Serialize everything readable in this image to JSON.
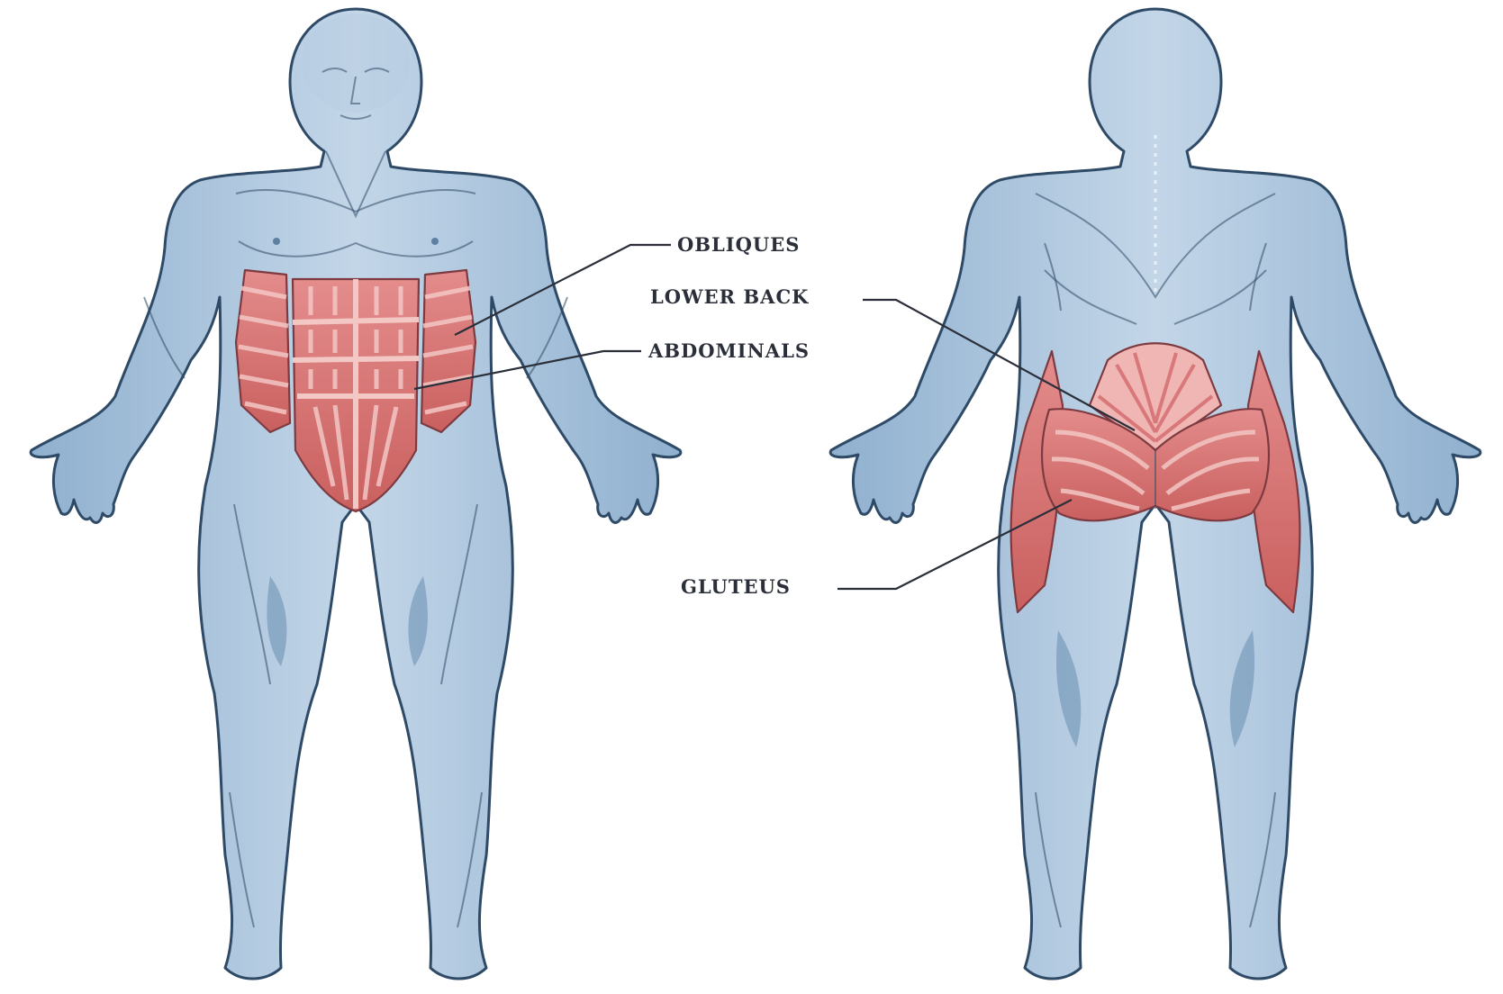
{
  "labels": {
    "obliques": "OBLIQUES",
    "lower_back": "LOWER BACK",
    "abdominals": "ABDOMINALS",
    "gluteus": "GLUTEUS"
  },
  "figures": [
    "front-view",
    "back-view"
  ],
  "colors": {
    "body": "#a3bdd6",
    "body_light": "#c7d8e8",
    "body_shadow": "#6e92b4",
    "outline": "#2f4a66",
    "muscle": "#d9787a",
    "muscle_light": "#f2c7c4",
    "text": "#2b2f3a"
  }
}
